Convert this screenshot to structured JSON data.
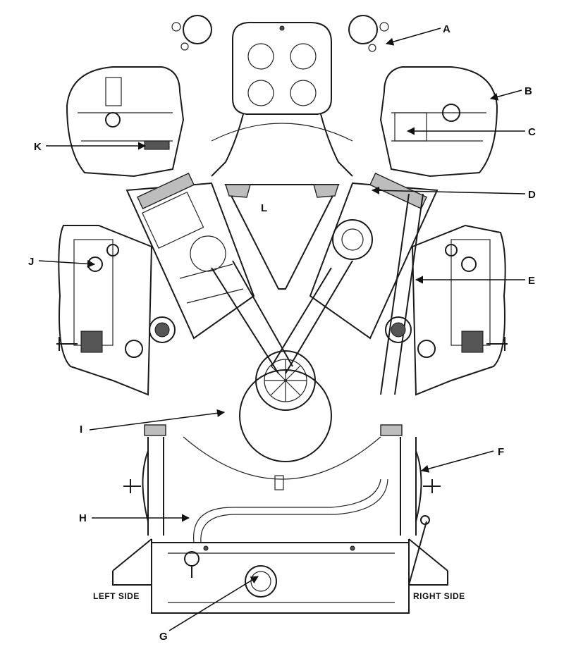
{
  "callouts": {
    "a": "A",
    "b": "B",
    "c": "C",
    "d": "D",
    "e": "E",
    "f": "F",
    "g": "G",
    "h": "H",
    "i": "I",
    "j": "J",
    "k": "K",
    "l": "L"
  },
  "sides": {
    "left": "LEFT SIDE",
    "right": "RIGHT SIDE"
  }
}
